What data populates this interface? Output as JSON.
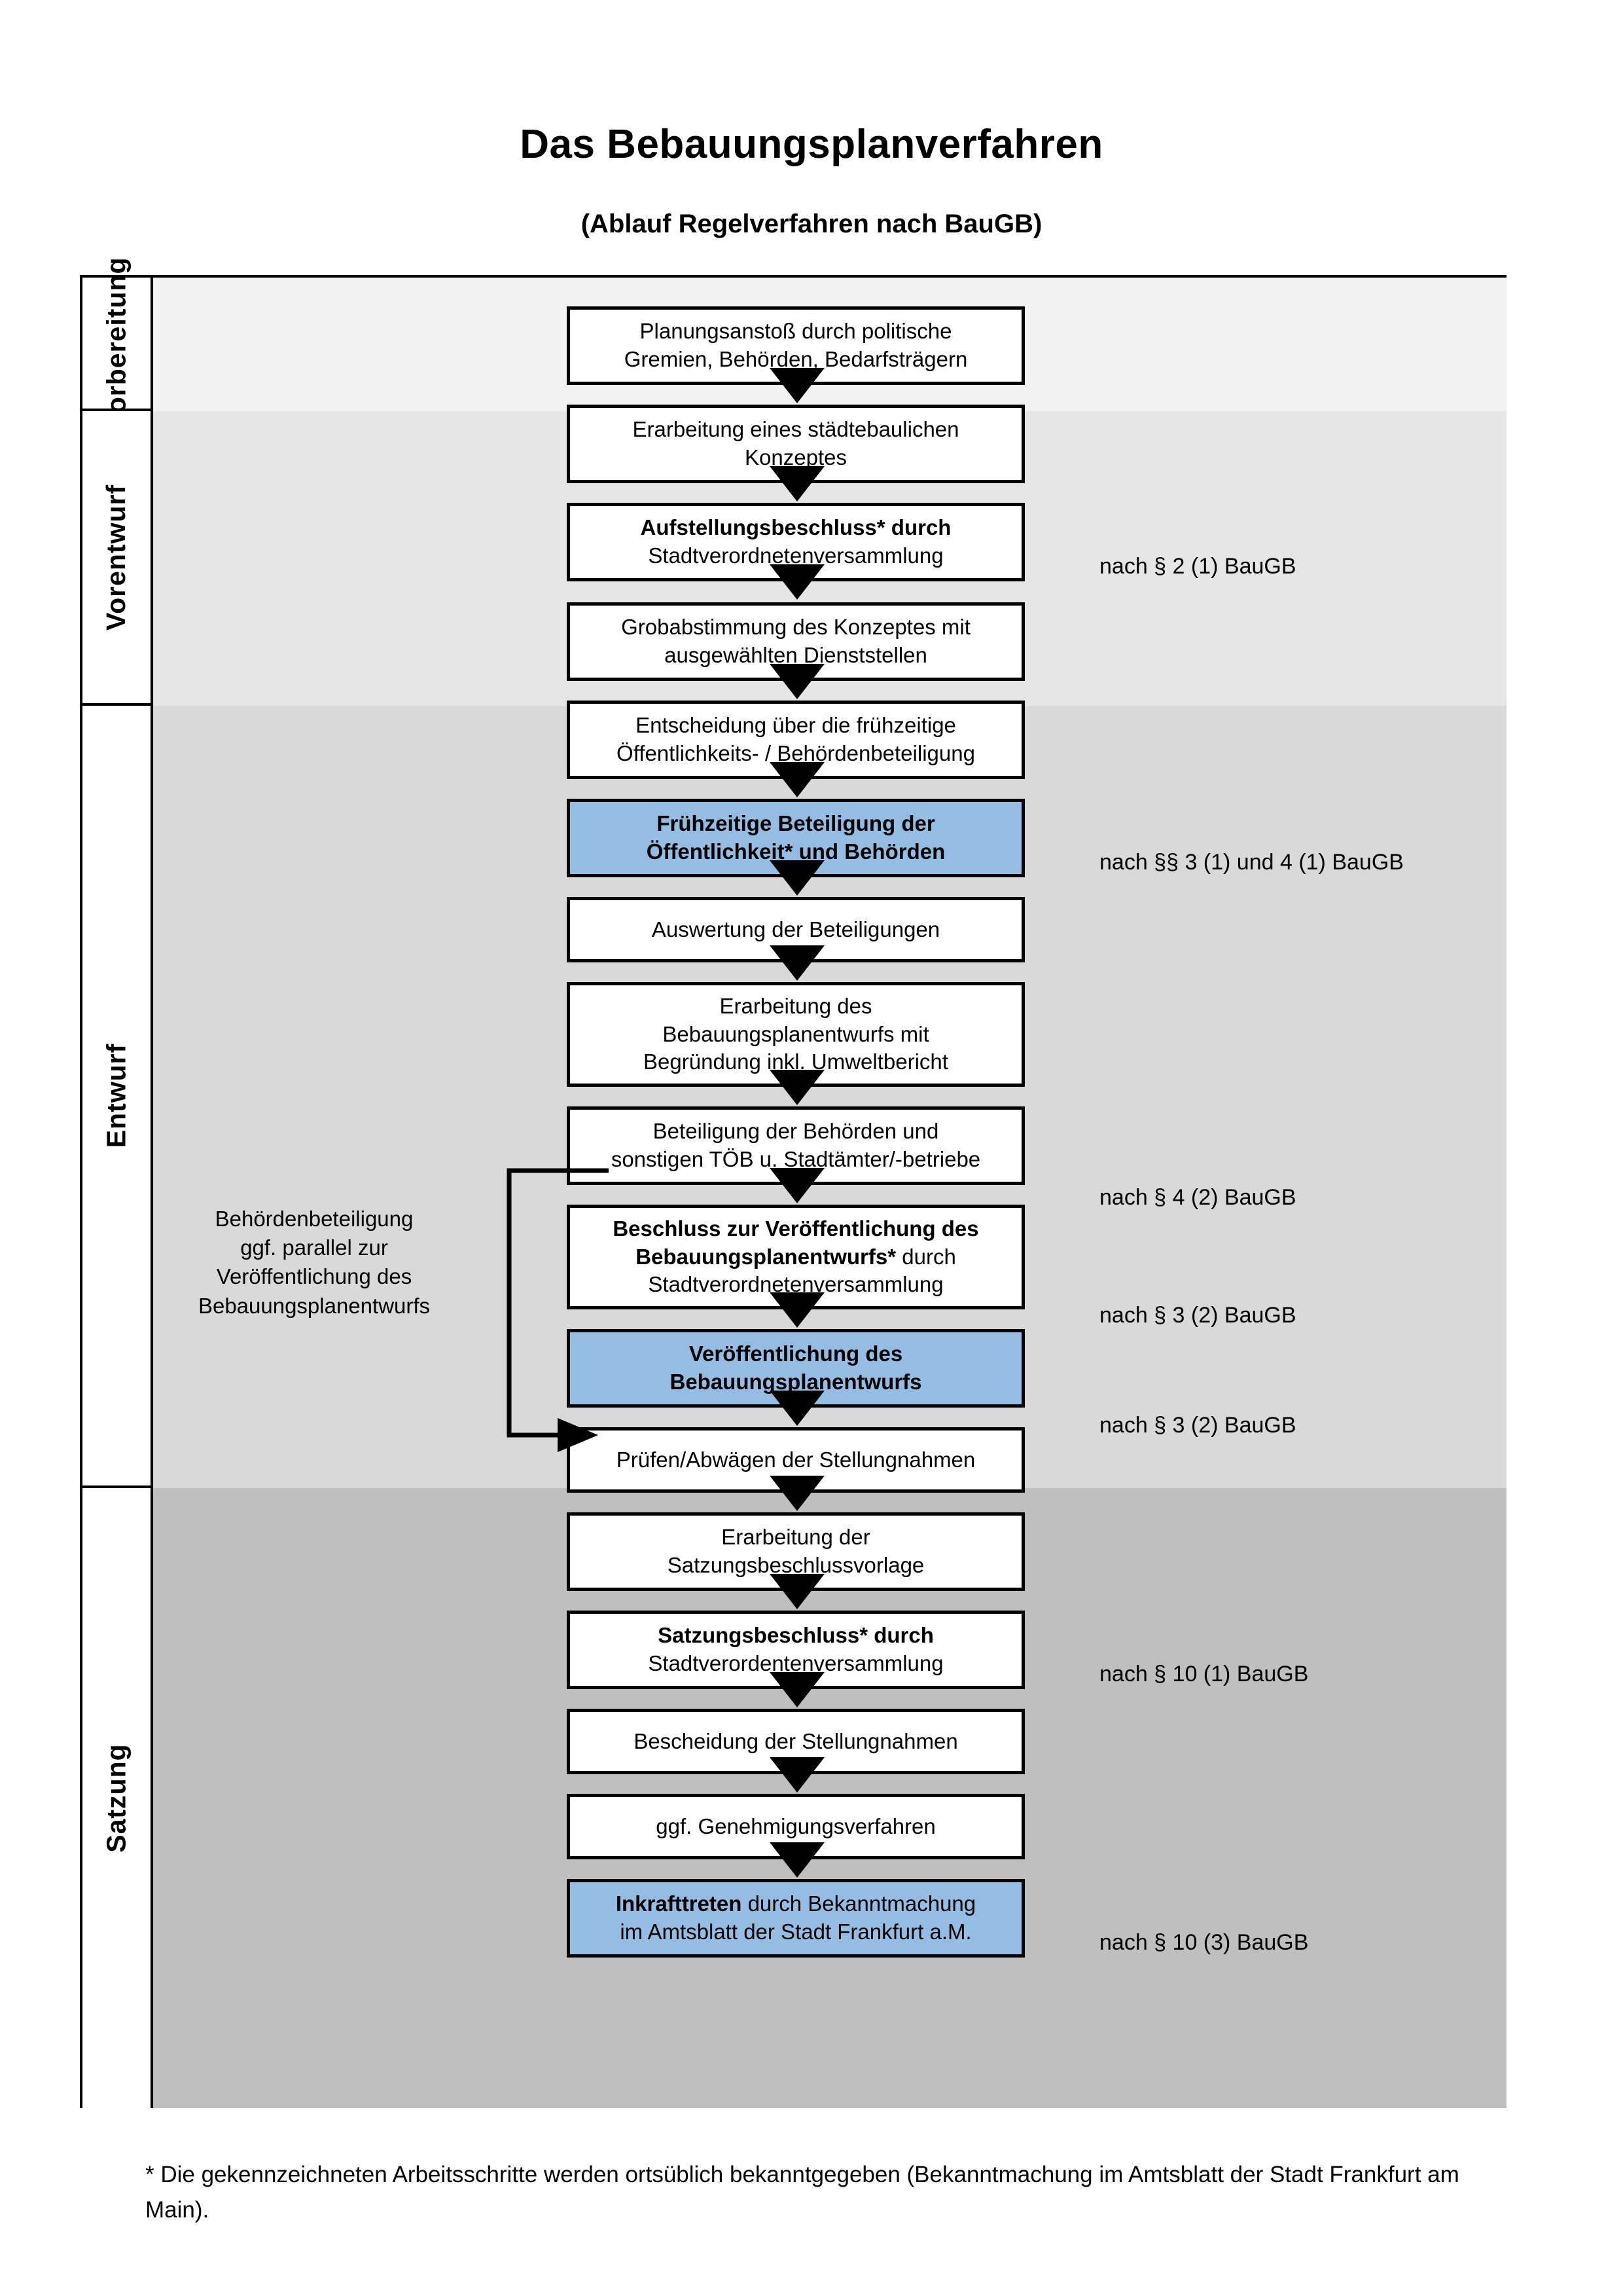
{
  "document": {
    "title": "Das Bebauungsplanverfahren",
    "subtitle": "(Ablauf Regelverfahren nach BauGB)",
    "footnote": "* Die gekennzeichneten Arbeitsschritte werden ortsüblich bekanntgegeben (Bekanntmachung im Amtsblatt  der Stadt Frankfurt am Main)."
  },
  "colors": {
    "highlight_blue": "#95BDE3",
    "band_vorbereitung": "#F2F2F2",
    "band_vorentwurf": "#E6E6E6",
    "band_entwurf": "#D9D9D9",
    "band_satzung": "#BFBFBF",
    "border": "#000000"
  },
  "phases": [
    {
      "id": "vorbereitung",
      "label": "Vorbereitung"
    },
    {
      "id": "vorentwurf",
      "label": "Vorentwurf"
    },
    {
      "id": "entwurf",
      "label": "Entwurf"
    },
    {
      "id": "satzung",
      "label": "Satzung"
    }
  ],
  "steps": [
    {
      "id": "planungsanstoss",
      "phase": "vorbereitung",
      "highlight": false,
      "lines": [
        {
          "text": "Planungsanstoß durch politische",
          "bold": false
        },
        {
          "text": "Gremien, Behörden, Bedarfsträgern",
          "bold": false
        }
      ]
    },
    {
      "id": "staedtebauliches-konzept",
      "phase": "vorbereitung",
      "highlight": false,
      "lines": [
        {
          "text": "Erarbeitung eines städtebaulichen",
          "bold": false
        },
        {
          "text": "Konzeptes",
          "bold": false
        }
      ]
    },
    {
      "id": "aufstellungsbeschluss",
      "phase": "vorbereitung",
      "highlight": false,
      "lines": [
        {
          "text": "Aufstellungsbeschluss* durch",
          "bold": true
        },
        {
          "text": "Stadtverordnetenversammlung",
          "bold": false
        }
      ]
    },
    {
      "id": "grobabstimmung",
      "phase": "vorentwurf",
      "highlight": false,
      "lines": [
        {
          "text": "Grobabstimmung des Konzeptes mit",
          "bold": false
        },
        {
          "text": "ausgewählten Dienststellen",
          "bold": false
        }
      ]
    },
    {
      "id": "entscheidung-fruehzeitige-beteiligung",
      "phase": "vorentwurf",
      "highlight": false,
      "lines": [
        {
          "text": "Entscheidung über die frühzeitige",
          "bold": false
        },
        {
          "text": "Öffentlichkeits- / Behördenbeteiligung",
          "bold": false
        }
      ]
    },
    {
      "id": "fruehzeitige-beteiligung",
      "phase": "vorentwurf",
      "highlight": true,
      "lines": [
        {
          "text": "Frühzeitige Beteiligung der",
          "bold": true
        },
        {
          "text": "Öffentlichkeit* und Behörden",
          "bold": true
        }
      ]
    },
    {
      "id": "auswertung-beteiligungen",
      "phase": "entwurf",
      "highlight": false,
      "lines": [
        {
          "text": "Auswertung der Beteiligungen",
          "bold": false
        }
      ]
    },
    {
      "id": "erarbeitung-bebauungsplanentwurf",
      "phase": "entwurf",
      "highlight": false,
      "lines": [
        {
          "text": "Erarbeitung des",
          "bold": false
        },
        {
          "text": "Bebauungsplanentwurfs mit",
          "bold": false
        },
        {
          "text": "Begründung inkl. Umweltbericht",
          "bold": false
        }
      ]
    },
    {
      "id": "beteiligung-behoerden-toeb",
      "phase": "entwurf",
      "highlight": false,
      "lines": [
        {
          "text": "Beteiligung der Behörden und",
          "bold": false
        },
        {
          "text": "sonstigen TÖB u. Stadtämter/-betriebe",
          "bold": false
        }
      ]
    },
    {
      "id": "beschluss-veroeffentlichung",
      "phase": "entwurf",
      "highlight": false,
      "lines": [
        {
          "text": "Beschluss zur Veröffentlichung des",
          "bold": true
        },
        {
          "text": "Bebauungsplanentwurfs* durch",
          "bold": "mixed"
        },
        {
          "text": "Stadtverordnetenversammlung",
          "bold": false
        }
      ]
    },
    {
      "id": "veroeffentlichung-entwurf",
      "phase": "entwurf",
      "highlight": true,
      "lines": [
        {
          "text": "Veröffentlichung des",
          "bold": true
        },
        {
          "text": "Bebauungsplanentwurfs",
          "bold": true
        }
      ]
    },
    {
      "id": "pruefen-abwaegen",
      "phase": "satzung",
      "highlight": false,
      "lines": [
        {
          "text": "Prüfen/Abwägen der Stellungnahmen",
          "bold": false
        }
      ]
    },
    {
      "id": "erarbeitung-satzungsbeschlussvorlage",
      "phase": "satzung",
      "highlight": false,
      "lines": [
        {
          "text": "Erarbeitung der",
          "bold": false
        },
        {
          "text": "Satzungsbeschlussvorlage",
          "bold": false
        }
      ]
    },
    {
      "id": "satzungsbeschluss",
      "phase": "satzung",
      "highlight": false,
      "lines": [
        {
          "text": "Satzungsbeschluss* durch",
          "bold": true
        },
        {
          "text": "Stadtverordentenversammlung",
          "bold": false
        }
      ]
    },
    {
      "id": "bescheidung-stellungnahmen",
      "phase": "satzung",
      "highlight": false,
      "lines": [
        {
          "text": "Bescheidung der Stellungnahmen",
          "bold": false
        }
      ]
    },
    {
      "id": "genehmigungsverfahren",
      "phase": "satzung",
      "highlight": false,
      "lines": [
        {
          "text": "ggf. Genehmigungsverfahren",
          "bold": false
        }
      ]
    },
    {
      "id": "inkrafttreten",
      "phase": "satzung",
      "highlight": true,
      "lines": [
        {
          "text": "Inkrafttreten durch Bekanntmachung",
          "bold": "mixed"
        },
        {
          "text": "im Amtsblatt der Stadt Frankfurt a.M.",
          "bold": false
        }
      ]
    }
  ],
  "legal_references": [
    {
      "id": "ref-2-1",
      "text": "nach § 2 (1) BauGB",
      "for_step": "aufstellungsbeschluss"
    },
    {
      "id": "ref-3-1-4-1",
      "text": "nach §§ 3 (1) und 4 (1) BauGB",
      "for_step": "fruehzeitige-beteiligung"
    },
    {
      "id": "ref-4-2",
      "text": "nach § 4 (2) BauGB",
      "for_step": "beteiligung-behoerden-toeb"
    },
    {
      "id": "ref-3-2-a",
      "text": "nach § 3 (2) BauGB",
      "for_step": "beschluss-veroeffentlichung"
    },
    {
      "id": "ref-3-2-b",
      "text": "nach § 3 (2) BauGB",
      "for_step": "veroeffentlichung-entwurf"
    },
    {
      "id": "ref-10-1",
      "text": "nach § 10 (1) BauGB",
      "for_step": "satzungsbeschluss"
    },
    {
      "id": "ref-10-3",
      "text": "nach § 10 (3) BauGB",
      "for_step": "inkrafttreten"
    }
  ],
  "side_note": {
    "id": "behoerdenbeteiligung-note",
    "lines": [
      "Behördenbeteiligung",
      "ggf. parallel zur",
      "Veröffentlichung des",
      "Bebauungsplanentwurfs"
    ]
  }
}
